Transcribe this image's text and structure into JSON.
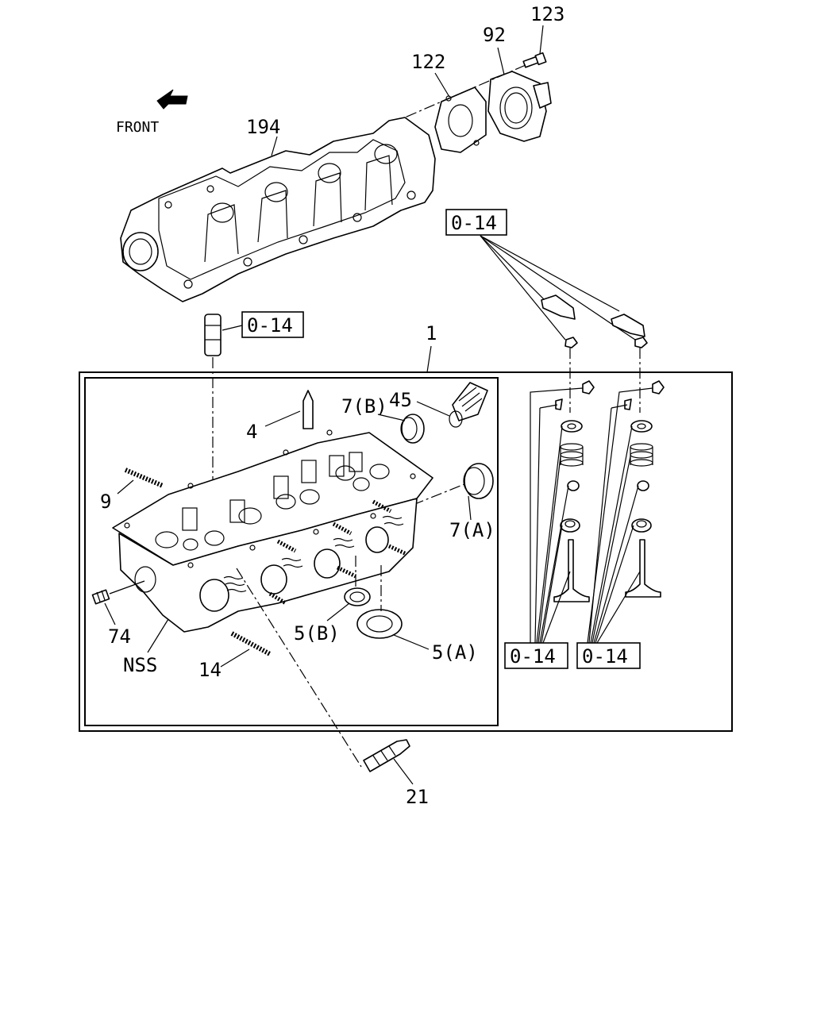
{
  "callouts": {
    "c123": "123",
    "c92": "92",
    "c122": "122",
    "c194": "194",
    "front": "FRONT",
    "ref_top_right": "0-14",
    "ref_left": "0-14",
    "c1": "1",
    "c45": "45",
    "c7b": "7(B)",
    "c4": "4",
    "c9": "9",
    "c7a": "7(A)",
    "c74": "74",
    "cnss": "NSS",
    "c5b": "5(B)",
    "c5a": "5(A)",
    "c14": "14",
    "ref_bottom_1": "0-14",
    "ref_bottom_2": "0-14",
    "c21": "21"
  },
  "icons": {
    "front_arrow": "front-arrow-icon"
  }
}
